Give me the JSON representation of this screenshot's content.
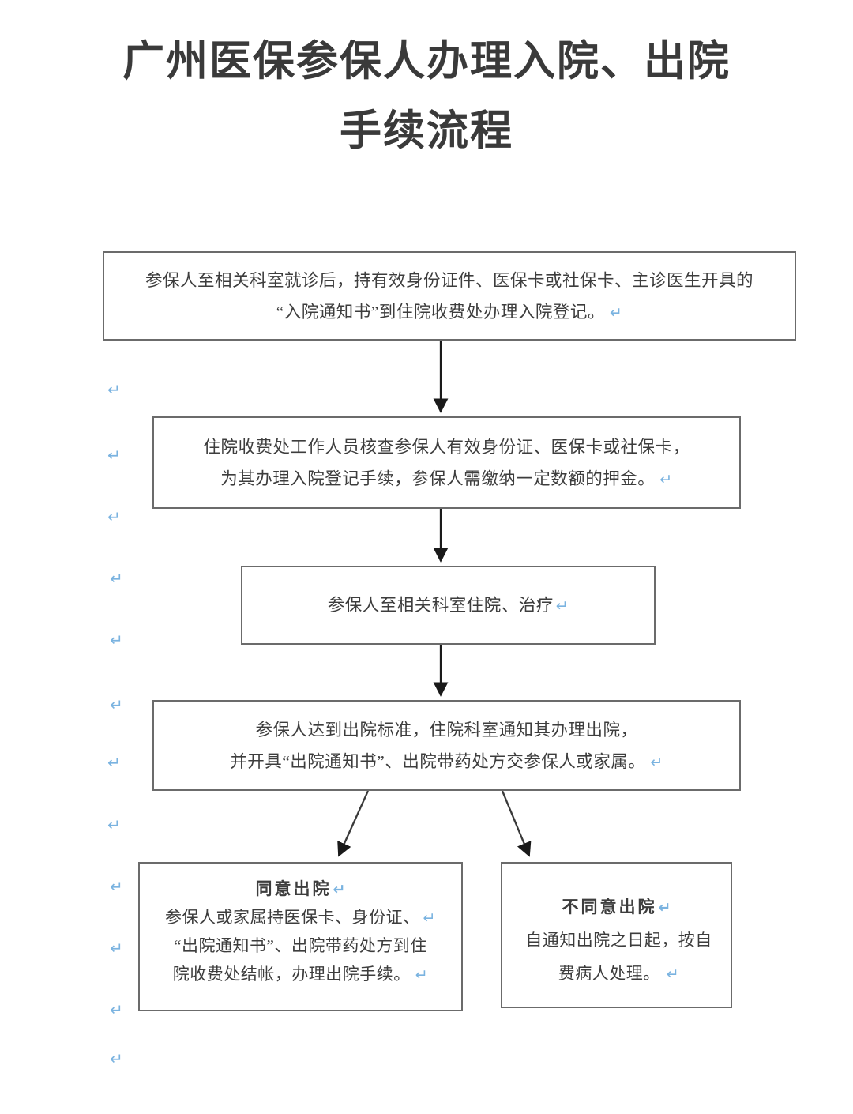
{
  "page": {
    "title_line1": "广州医保参保人办理入院、出院",
    "title_line2": "手续流程",
    "background_color": "#ffffff",
    "box_border_color": "#6b6b6b",
    "text_color": "#3d3d3d",
    "paragraph_mark_color": "#7ab3e0",
    "paragraph_mark_glyph": "↵"
  },
  "flow": {
    "type": "flowchart",
    "nodes": [
      {
        "id": "intake",
        "name": "admission-registration-step",
        "lines": [
          "参保人至相关科室就诊后，持有效身份证件、医保卡或社保卡、主诊医生开具的",
          "“入院通知书”到住院收费处办理入院登记。"
        ],
        "heading": "",
        "mark_after_line": 2
      },
      {
        "id": "verify",
        "name": "verify-documents-step",
        "lines": [
          "住院收费处工作人员核查参保人有效身份证、医保卡或社保卡，",
          "为其办理入院登记手续，参保人需缴纳一定数额的押金。"
        ],
        "heading": "",
        "mark_after_line": 2
      },
      {
        "id": "treat",
        "name": "inpatient-treatment-step",
        "lines": [
          "参保人至相关科室住院、治疗"
        ],
        "heading": "",
        "mark_after_line": 1
      },
      {
        "id": "notify",
        "name": "discharge-notice-step",
        "lines": [
          "参保人达到出院标准，住院科室通知其办理出院，",
          "并开具“出院通知书”、出院带药处方交参保人或家属。"
        ],
        "heading": "",
        "mark_after_line": 2
      },
      {
        "id": "agree",
        "name": "agree-to-discharge-branch",
        "heading": "同意出院",
        "lines": [
          "参保人或家属持医保卡、身份证、",
          "“出院通知书”、出院带药处方到住",
          "院收费处结帐，办理出院手续。"
        ],
        "mark_after_line": 3
      },
      {
        "id": "disagree",
        "name": "refuse-discharge-branch",
        "heading": "不同意出院",
        "lines": [
          "自通知出院之日起，按自",
          "费病人处理。"
        ],
        "mark_after_line": 2
      }
    ],
    "edges": [
      {
        "from": "intake",
        "to": "verify",
        "style": "straight-down-arrow"
      },
      {
        "from": "verify",
        "to": "treat",
        "style": "straight-down-arrow"
      },
      {
        "from": "treat",
        "to": "notify",
        "style": "straight-down-arrow"
      },
      {
        "from": "notify",
        "to": "agree",
        "style": "diagonal-down-left-arrow"
      },
      {
        "from": "notify",
        "to": "disagree",
        "style": "diagonal-down-right-arrow"
      }
    ]
  },
  "margin_marks": {
    "count": 12,
    "glyph": "↵"
  }
}
